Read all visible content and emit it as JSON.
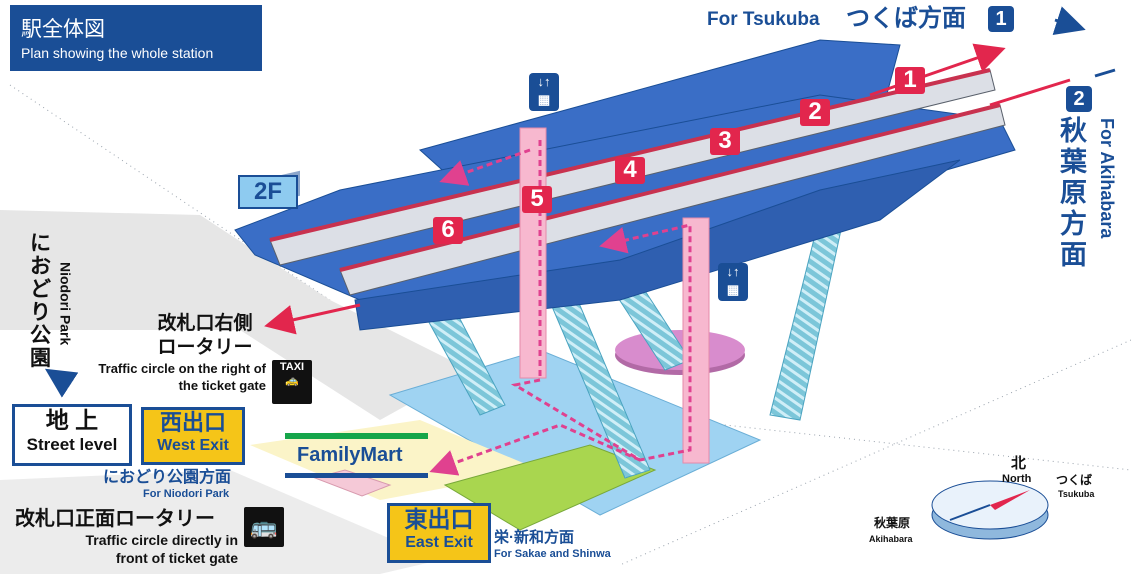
{
  "title": {
    "ja": "駅全体図",
    "en": "Plan showing the whole station"
  },
  "floor_label": "2F",
  "directions": {
    "tsukuba": {
      "en": "For Tsukuba",
      "ja": "つくば方面",
      "num": "1"
    },
    "akihabara": {
      "en": "For Akihabara",
      "ja": "秋葉原方面",
      "num": "2"
    }
  },
  "platform_numbers": [
    "1",
    "2",
    "3",
    "4",
    "5",
    "6"
  ],
  "niodori_park": {
    "ja": "におどり公園",
    "en": "Niodori Park"
  },
  "right_rotary": {
    "ja": "改札口右側ロータリー",
    "en": "Traffic circle on the right of the ticket gate",
    "icon": "taxi-icon",
    "icon_text": "TAXI"
  },
  "front_rotary": {
    "ja": "改札口正面ロータリー",
    "en": "Traffic circle directly in front of ticket gate",
    "icon": "bus-icon"
  },
  "street_level": {
    "ja": "地 上",
    "en": "Street level"
  },
  "west_exit": {
    "ja": "西出口",
    "en": "West Exit",
    "dest_ja": "におどり公園方面",
    "dest_en": "For Niodori Park"
  },
  "east_exit": {
    "ja": "東出口",
    "en": "East Exit",
    "dest_ja": "栄·新和方面",
    "dest_en": "For Sakae and Shinwa"
  },
  "store": "FamilyMart",
  "compass": {
    "north_ja": "北",
    "north_en": "North",
    "tsukuba_ja": "つくば",
    "tsukuba_en": "Tsukuba",
    "akihabara_ja": "秋葉原",
    "akihabara_en": "Akihabara"
  },
  "colors": {
    "navy": "#1a4e96",
    "accent_red": "#e2264d",
    "exit_yellow": "#f5c518",
    "elevator_pink": "#f7b8cf",
    "concourse_blue": "#9fd3f2"
  }
}
